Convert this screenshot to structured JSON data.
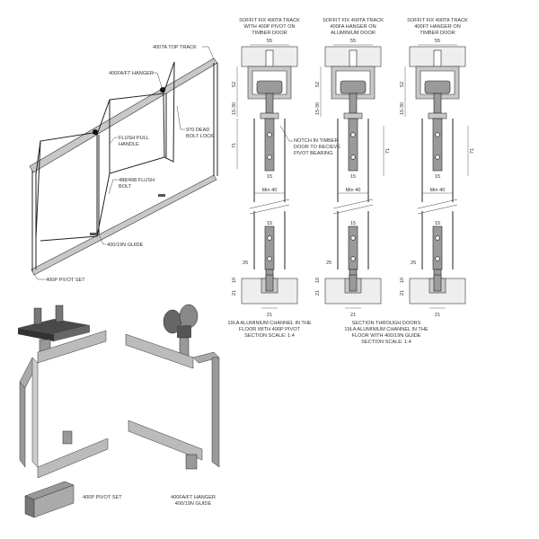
{
  "iso_labels": {
    "top_track": "400TA TOP TRACK",
    "hanger": "400FA/FT HANGER",
    "dead_bolt_1": "970 DEAD",
    "dead_bolt_2": "BOLT LOCK",
    "flush_pull_1": "FLUSH PULL",
    "flush_pull_2": "HANDLE",
    "flush_bolt_1": "488/498 FLUSH",
    "flush_bolt_2": "BOLT",
    "guide": "400/19N GUIDE",
    "pivot_set": "400P PIVOT SET"
  },
  "sections": [
    {
      "title": [
        "SOFFIT FIX 400TA TRACK",
        "WITH 400P PIVOT ON",
        "TIMBER DOOR"
      ]
    },
    {
      "title": [
        "SOFFIT FIX 400TA TRACK",
        "400FA HANGER ON",
        "ALUMINIUM DOOR"
      ]
    },
    {
      "title": [
        "SOFFIT FIX 400TA TRACK",
        "400FT HANGER ON",
        "TIMBER DOOR"
      ]
    }
  ],
  "dims": {
    "width": "55",
    "track": "52",
    "gap": "15-30",
    "pivot": "71",
    "bar": "15",
    "min": "Min 40",
    "bolt": "25",
    "clear": "10",
    "channel": "21",
    "channel_w": "21"
  },
  "notch_note": [
    "NOTCH IN TIMBER",
    "DOOR TO RECIEVE",
    "PIVOT BEARING"
  ],
  "caption_left": [
    "19LA ALUMINIUM CHANNEL IN THE",
    "FLOOR  WITH 400P PIVOT",
    "SECTION SCALE: 1:4"
  ],
  "caption_right": [
    "SECTION THROUGH DOORS",
    "19LA ALUMINIUM CHANNEL IN THE",
    "FLOOR  WITH 400/19N GUIDE",
    "SECTION SCALE: 1:4"
  ],
  "parts": {
    "pivot_set": "400P PIVOT SET",
    "hanger_1": "400FA/FT HANGER",
    "hanger_2": "400/19N GUIDE"
  }
}
